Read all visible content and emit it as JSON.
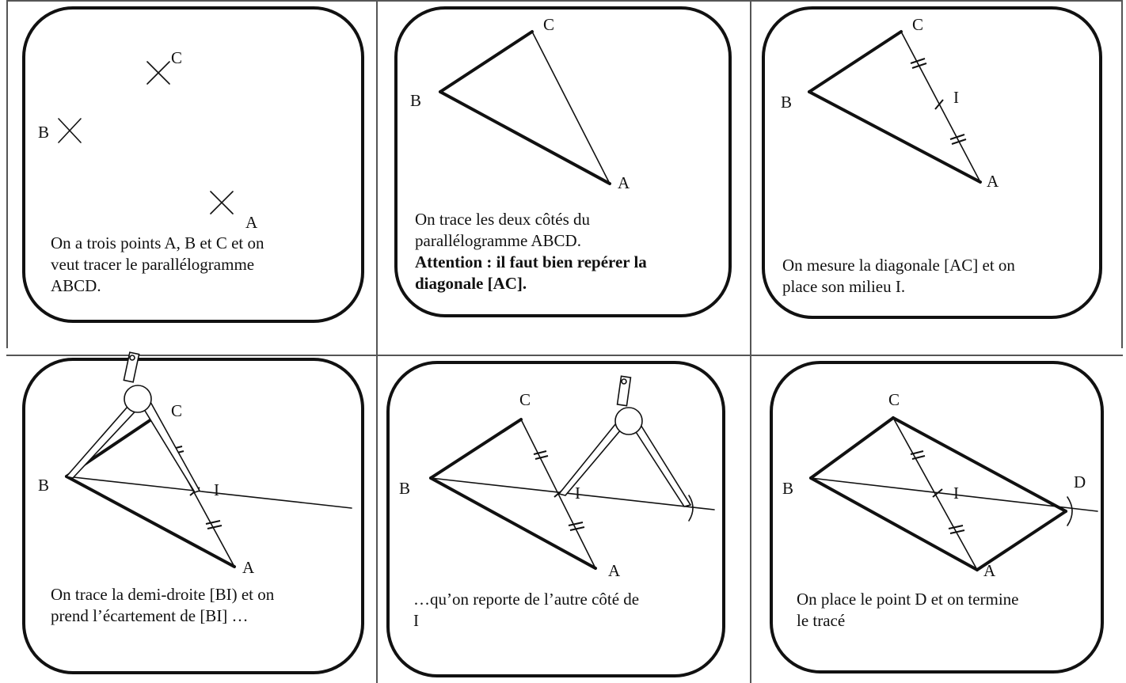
{
  "points": {
    "A": "A",
    "B": "B",
    "C": "C",
    "D": "D",
    "I": "I"
  },
  "panels": [
    {
      "caption_lines": [
        "On a trois points A, B et C et on",
        "veut tracer le parallélogramme",
        "ABCD."
      ]
    },
    {
      "caption_lines": [
        "On trace les deux côtés du",
        "parallélogramme ABCD."
      ],
      "caption_bold_lines": [
        "Attention : il faut bien repérer la",
        "diagonale [AC]."
      ]
    },
    {
      "caption_lines": [
        "On mesure la diagonale [AC] et on",
        "place son milieu I."
      ]
    },
    {
      "caption_lines": [
        "On trace la demi-droite [BI) et on",
        "prend l’écartement de [BI] …"
      ]
    },
    {
      "caption_lines": [
        "…qu’on reporte de l’autre côté de",
        "I"
      ]
    },
    {
      "caption_lines": [
        "On place le point D et on termine",
        "le tracé"
      ]
    }
  ]
}
